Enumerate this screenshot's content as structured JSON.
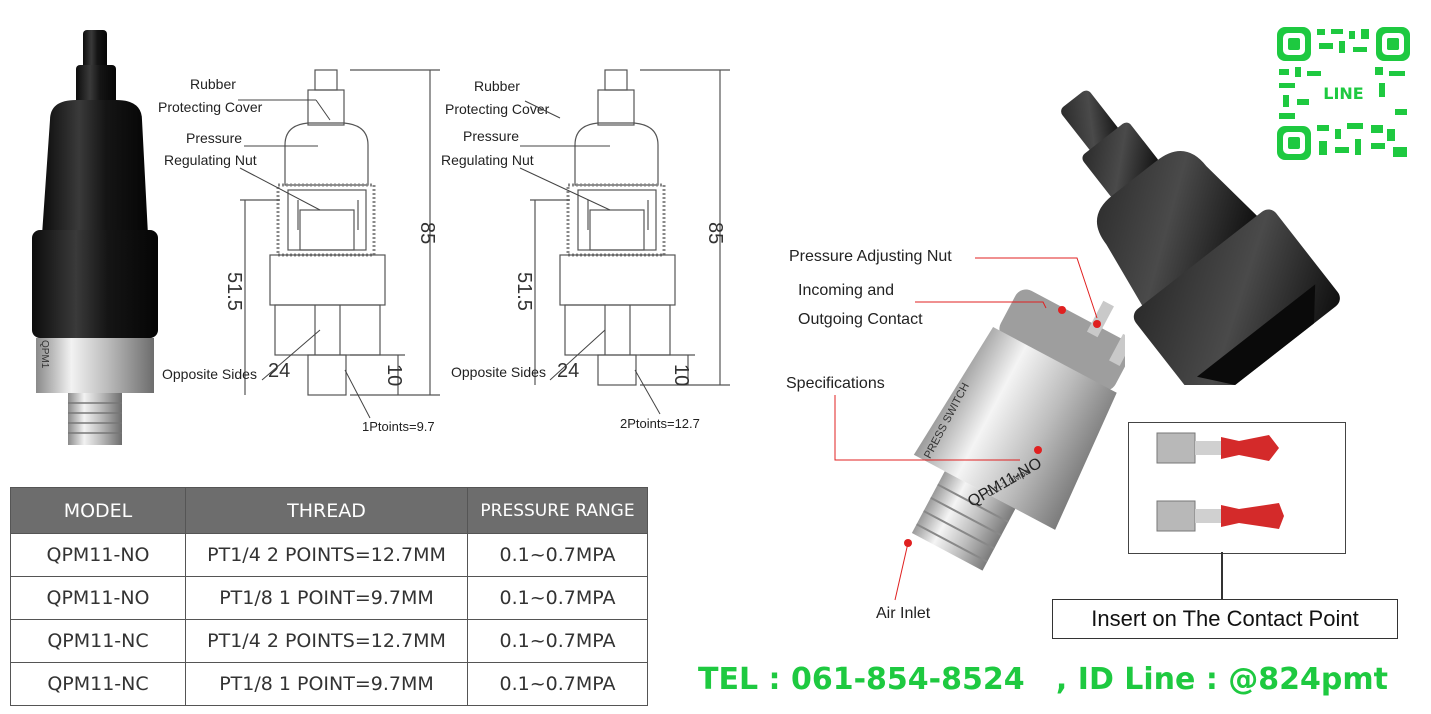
{
  "diagram_left": {
    "label_rubber": "Rubber",
    "label_protecting": "Protecting Cover",
    "label_pressure": "Pressure",
    "label_regulating": "Regulating Nut",
    "label_opposite": "Opposite Sides",
    "dim_85": "85",
    "dim_515": "51.5",
    "dim_24": "24",
    "dim_10": "10",
    "points_label": "1Ptoints=9.7"
  },
  "diagram_right": {
    "label_rubber": "Rubber",
    "label_protecting": "Protecting Cover",
    "label_pressure": "Pressure",
    "label_regulating": "Regulating Nut",
    "label_opposite": "Opposite Sides",
    "dim_85": "85",
    "dim_515": "51.5",
    "dim_24": "24",
    "dim_10": "10",
    "points_label": "2Ptoints=12.7"
  },
  "product_left": {
    "engraving": "QPM1"
  },
  "table": {
    "headers": [
      "MODEL",
      "THREAD",
      "PRESSURE RANGE"
    ],
    "rows": [
      [
        "QPM11-NO",
        "PT1/4 2 POINTS=12.7MM",
        "0.1~0.7MPA"
      ],
      [
        "QPM11-NO",
        "PT1/8 1 POINT=9.7MM",
        "0.1~0.7MPA"
      ],
      [
        "QPM11-NC",
        "PT1/4 2 POINTS=12.7MM",
        "0.1~0.7MPA"
      ],
      [
        "QPM11-NC",
        "PT1/8 1 POINT=9.7MM",
        "0.1~0.7MPA"
      ]
    ]
  },
  "callouts": {
    "adjusting_nut": "Pressure Adjusting Nut",
    "incoming": "Incoming and",
    "outgoing": "Outgoing Contact",
    "specifications": "Specifications",
    "air_inlet": "Air Inlet",
    "insert": "Insert on The Contact Point"
  },
  "switch_body": {
    "line1": "PRESS SWITCH",
    "model": "QPM11-NO",
    "range": "0.1~1.0Mpa"
  },
  "qr": {
    "label": "LINE",
    "color": "#1ec940"
  },
  "footer": {
    "contact": "TEL : 061-854-8524   , ID Line : @824pmt",
    "color": "#1ec940"
  },
  "colors": {
    "table_header": "#6d6d6d",
    "red_callout": "#e02020",
    "dark_rubber": "#1a1a1a"
  }
}
